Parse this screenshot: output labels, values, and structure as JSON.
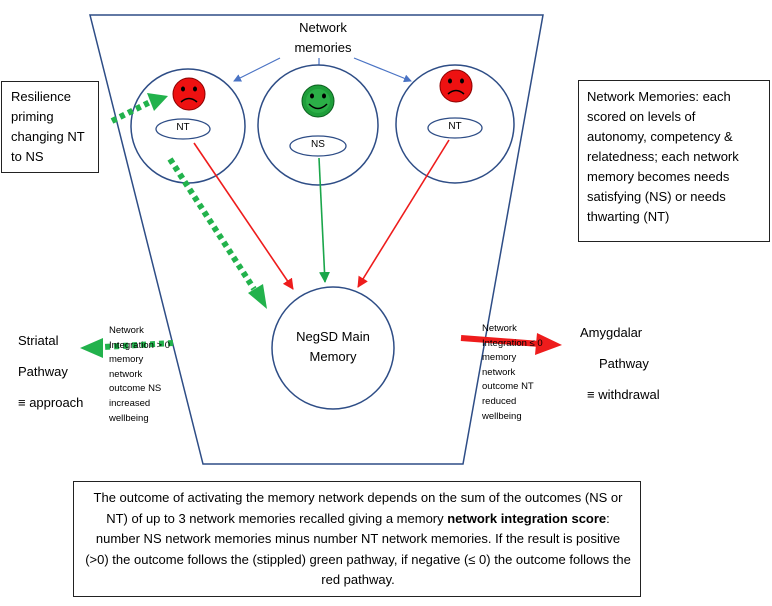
{
  "network_memories_title": "Network\nmemories",
  "resilience_box": "Resilience\npriming\nchanging NT\nto NS",
  "info_box": "Network Memories:  each\nscored on levels of\nautonomy, competency &\nrelatedness; each network\nmemory becomes needs\nsatisfying (NS) or needs\nthwarting (NT)",
  "memory_left_label": "NT",
  "memory_center_label": "NS",
  "memory_right_label": "NT",
  "main_memory": "NegSD  Main\nMemory",
  "left_small_text": "Network\nIntegration > 0\nmemory\nnetwork\noutcome NS\nincreased\nwellbeing",
  "right_small_text": "Network\nIntegration ≤ 0\nmemory\nnetwork\noutcome NT\nreduced\nwellbeing",
  "striatal_text": [
    "Striatal",
    "Pathway",
    "≡ approach"
  ],
  "amygdalar_text": [
    "Amygdalar",
    "Pathway",
    "≡  withdrawal"
  ],
  "bottom_caption": {
    "part1": "The outcome of activating the memory network depends on the sum of the outcomes (NS or NT) of up to 3 network memories recalled giving a memory ",
    "bold": "network integration score",
    "part2": ": number NS network memories minus number NT network memories.   If the result is positive (>0) the outcome follows the (stippled) green pathway, if negative (≤ 0) the outcome follows the red pathway."
  },
  "colors": {
    "funnel_outline": "#2e4d86",
    "blue_arrow": "#4a73c4",
    "red_arrow": "#ee1c1c",
    "green_arrow": "#1aa64a",
    "green_dotted": "#22b24c",
    "sad_face": "#ee1111",
    "happy_face": "#1e9e3a"
  }
}
